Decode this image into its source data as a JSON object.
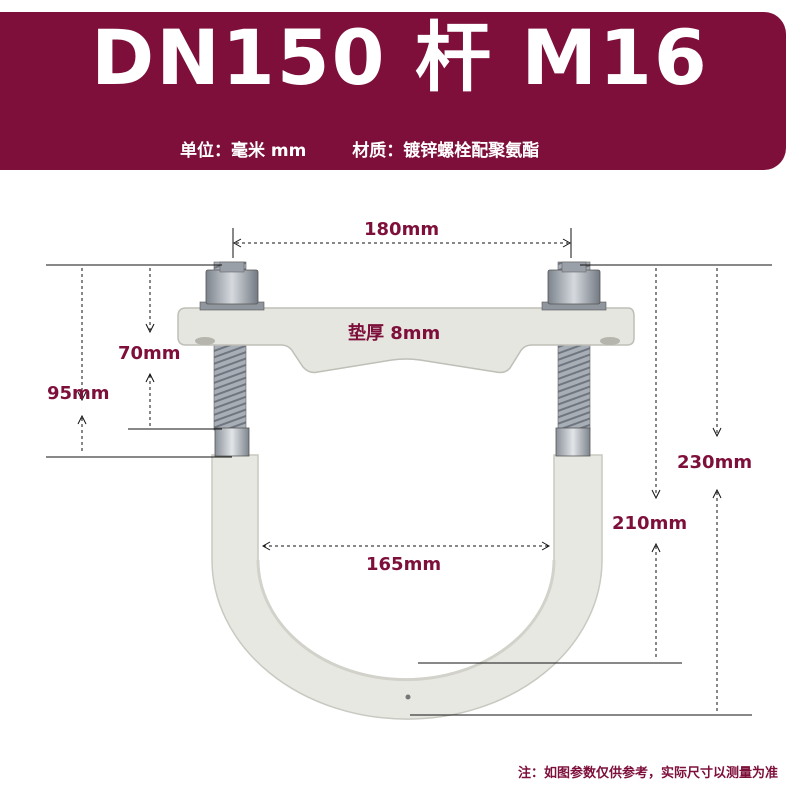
{
  "banner": {
    "title": "DN150  杆 M16",
    "unit": "单位：毫米 mm",
    "material": "材质：镀锌螺栓配聚氨酯"
  },
  "dimensions": {
    "bolt_spacing": "180mm",
    "inner_width": "165mm",
    "pad_thickness": "垫厚 8mm",
    "d_70": "70mm",
    "d_95": "95mm",
    "d_210": "210mm",
    "d_230": "230mm"
  },
  "note": "注：如图参数仅供参考，实际尺寸以测量为准",
  "colors": {
    "brand": "#7d0f3a",
    "clamp": "#e6e6e0",
    "steel": "#9aa0a8"
  }
}
